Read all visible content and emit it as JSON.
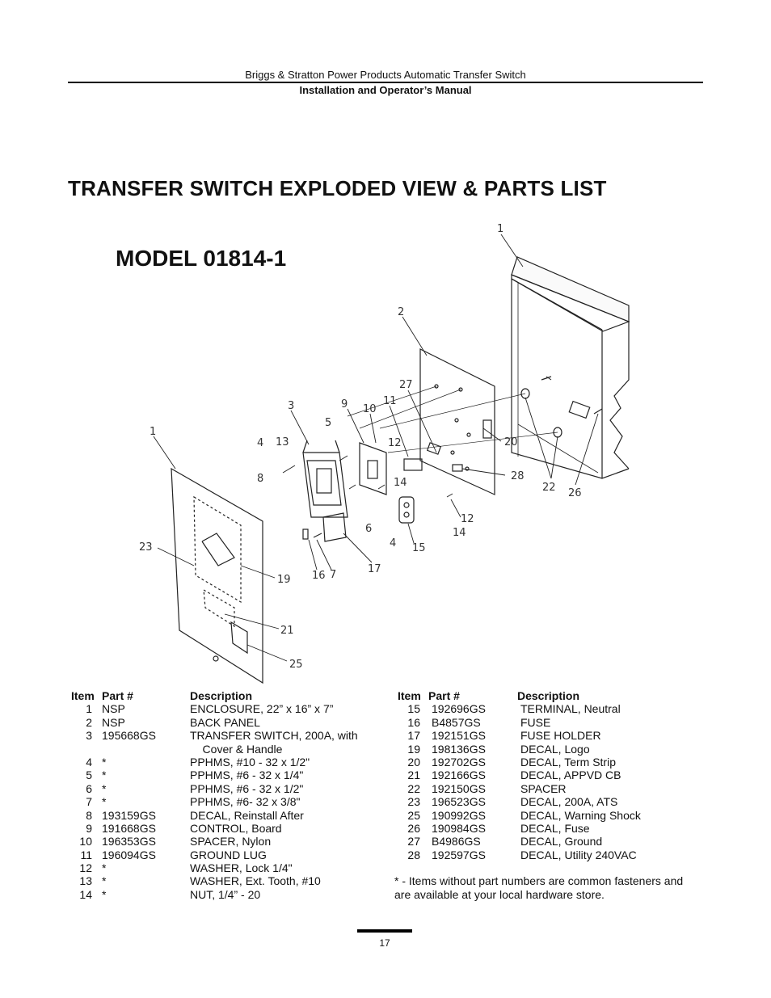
{
  "header": {
    "line1": "Briggs & Stratton Power Products Automatic Transfer Switch",
    "line2": "Installation and Operator’s Manual"
  },
  "title": "TRANSFER SWITCH EXPLODED VIEW & PARTS LIST",
  "model": "MODEL 01814-1",
  "diagram_labels": [
    "1",
    "1",
    "2",
    "3",
    "4",
    "4",
    "5",
    "6",
    "7",
    "8",
    "9",
    "10",
    "11",
    "12",
    "12",
    "13",
    "14",
    "14",
    "15",
    "16",
    "17",
    "19",
    "20",
    "21",
    "22",
    "23",
    "25",
    "26",
    "27",
    "28"
  ],
  "parts_left": {
    "headers": {
      "item": "Item",
      "part": "Part #",
      "desc": "Description"
    },
    "rows": [
      {
        "item": "1",
        "part": "NSP",
        "desc": "ENCLOSURE, 22” x 16” x 7”"
      },
      {
        "item": "2",
        "part": "NSP",
        "desc": "BACK PANEL"
      },
      {
        "item": "3",
        "part": "195668GS",
        "desc": "TRANSFER SWITCH, 200A, with"
      },
      {
        "item": "",
        "part": "",
        "desc": "    Cover & Handle"
      },
      {
        "item": "4",
        "part": "*",
        "desc": "PPHMS, #10 - 32 x 1/2\""
      },
      {
        "item": "5",
        "part": "*",
        "desc": "PPHMS, #6 - 32 x 1/4\""
      },
      {
        "item": "6",
        "part": "*",
        "desc": "PPHMS, #6 - 32 x 1/2\""
      },
      {
        "item": "7",
        "part": "*",
        "desc": "PPHMS, #6- 32 x 3/8\""
      },
      {
        "item": "8",
        "part": "193159GS",
        "desc": "DECAL, Reinstall After"
      },
      {
        "item": "9",
        "part": "191668GS",
        "desc": "CONTROL, Board"
      },
      {
        "item": "10",
        "part": "196353GS",
        "desc": "SPACER, Nylon"
      },
      {
        "item": "11",
        "part": "196094GS",
        "desc": "GROUND LUG"
      },
      {
        "item": "12",
        "part": "*",
        "desc": "WASHER, Lock 1/4\""
      },
      {
        "item": "13",
        "part": "*",
        "desc": "WASHER, Ext. Tooth, #10"
      },
      {
        "item": "14",
        "part": "*",
        "desc": "NUT, 1/4” - 20"
      }
    ]
  },
  "parts_right": {
    "headers": {
      "item": "Item",
      "part": "Part #",
      "desc": "Description"
    },
    "rows": [
      {
        "item": "15",
        "part": "192696GS",
        "desc": "TERMINAL, Neutral"
      },
      {
        "item": "16",
        "part": "B4857GS",
        "desc": "FUSE"
      },
      {
        "item": "17",
        "part": "192151GS",
        "desc": "FUSE HOLDER"
      },
      {
        "item": "19",
        "part": "198136GS",
        "desc": "DECAL, Logo"
      },
      {
        "item": "20",
        "part": "192702GS",
        "desc": "DECAL, Term Strip"
      },
      {
        "item": "21",
        "part": "192166GS",
        "desc": "DECAL, APPVD CB"
      },
      {
        "item": "22",
        "part": "192150GS",
        "desc": "SPACER"
      },
      {
        "item": "23",
        "part": "196523GS",
        "desc": "DECAL, 200A, ATS"
      },
      {
        "item": "25",
        "part": "190992GS",
        "desc": "DECAL, Warning Shock"
      },
      {
        "item": "26",
        "part": "190984GS",
        "desc": "DECAL, Fuse"
      },
      {
        "item": "27",
        "part": "B4986GS",
        "desc": "DECAL, Ground"
      },
      {
        "item": "28",
        "part": "192597GS",
        "desc": "DECAL, Utility 240VAC"
      }
    ]
  },
  "note": "* - Items without part numbers are common fasteners and are available at your local hardware store.",
  "page_number": "17"
}
